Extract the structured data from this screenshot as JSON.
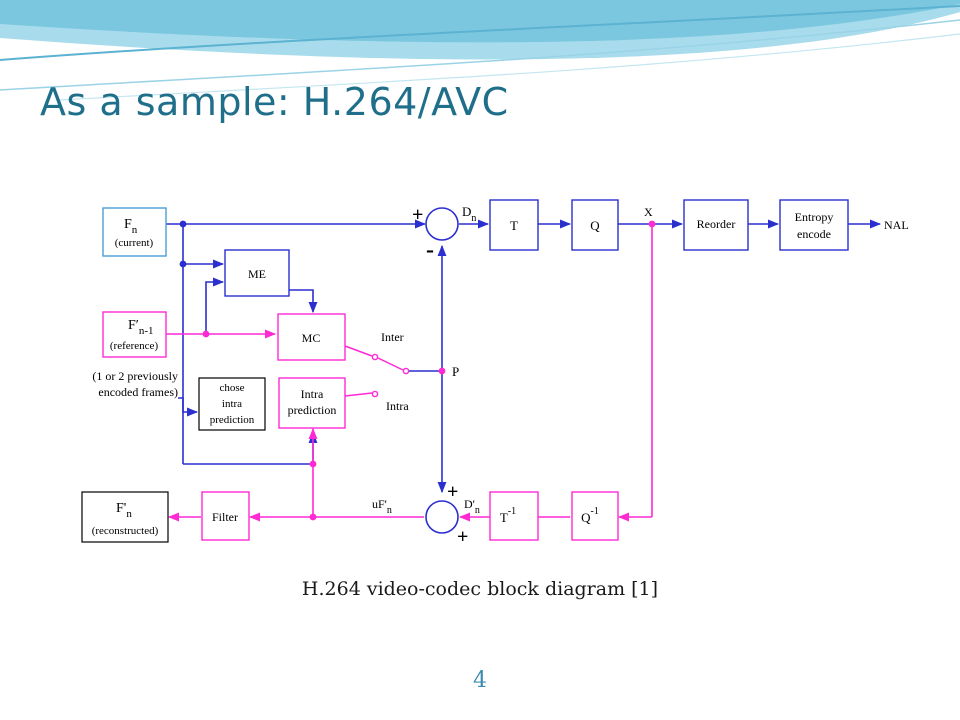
{
  "slide": {
    "title": "As a sample: H.264/AVC",
    "caption": "H.264 video-codec block diagram [1]",
    "page_number": "4"
  },
  "colors": {
    "forward_path": "#2b2fd0",
    "reconstruction_path": "#ff2ad4",
    "title": "#1f6f8b",
    "page_number": "#3c8bb0"
  },
  "diagram": {
    "blocks": {
      "fn_current": {
        "main": "F",
        "sub": "n",
        "line2": "(current)"
      },
      "fn_reference": {
        "main": "F′",
        "sub": "n-1",
        "line2": "(reference)"
      },
      "reference_note": {
        "line1": "(1 or 2 previously",
        "line2": "encoded frames)"
      },
      "me": "ME",
      "mc": "MC",
      "chose_intra": {
        "line1": "chose",
        "line2": "intra",
        "line3": "prediction"
      },
      "intra_prediction": {
        "line1": "Intra",
        "line2": "prediction"
      },
      "t": "T",
      "q": "Q",
      "reorder": "Reorder",
      "entropy": {
        "line1": "Entropy",
        "line2": "encode"
      },
      "nal": "NAL",
      "t_inv": {
        "main": "T",
        "sup": "-1"
      },
      "q_inv": {
        "main": "Q",
        "sup": "-1"
      },
      "filter": "Filter",
      "fn_reconstructed": {
        "main": "F'",
        "sub": "n",
        "line2": "(reconstructed)"
      }
    },
    "labels": {
      "dn": {
        "main": "D",
        "sub": "n"
      },
      "x": "X",
      "inter": "Inter",
      "intra": "Intra",
      "p": "P",
      "uf": {
        "main": "uF'",
        "sub": "n"
      },
      "dn_prime": {
        "main": "D'",
        "sub": "n"
      },
      "plus": "+",
      "minus": "-"
    }
  }
}
